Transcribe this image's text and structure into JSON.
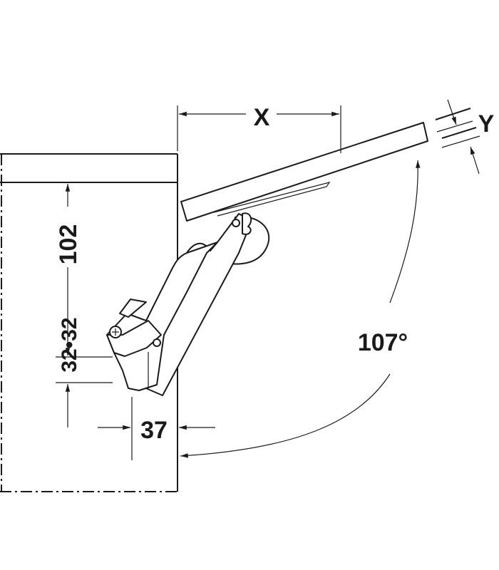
{
  "diagram": {
    "dimensions": {
      "x_label": "X",
      "y_label": "Y",
      "height_label": "102",
      "spacing_label": "32•32",
      "offset_label": "37",
      "angle_label": "107°"
    },
    "colors": {
      "line": "#1a1a1a",
      "background": "#ffffff"
    }
  }
}
